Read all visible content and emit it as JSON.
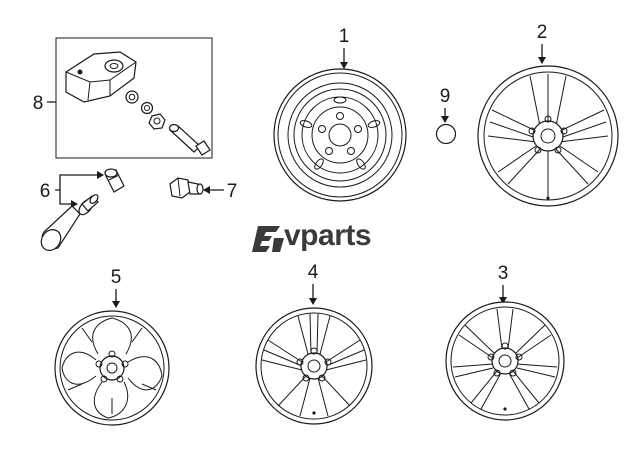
{
  "diagram": {
    "callouts": [
      {
        "key": "c1",
        "label": "1"
      },
      {
        "key": "c2",
        "label": "2"
      },
      {
        "key": "c3",
        "label": "3"
      },
      {
        "key": "c4",
        "label": "4"
      },
      {
        "key": "c5",
        "label": "5"
      },
      {
        "key": "c6",
        "label": "6"
      },
      {
        "key": "c7",
        "label": "7"
      },
      {
        "key": "c8",
        "label": "8"
      },
      {
        "key": "c9",
        "label": "9"
      }
    ],
    "watermark": {
      "text": "vparts",
      "icon": "ev-logo-icon"
    }
  },
  "colors": {
    "line": "#1a1a1a",
    "logo": "#3a3a3a",
    "background": "#ffffff"
  }
}
